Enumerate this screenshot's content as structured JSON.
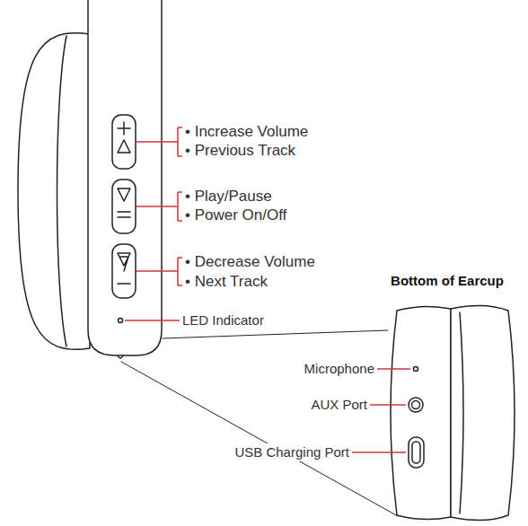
{
  "diagram": {
    "labels": [
      "• Increase Volume",
      "• Previous Track",
      "• Play/Pause",
      "• Power On/Off",
      "• Decrease Volume",
      "• Next Track",
      "LED Indicator",
      "Bottom of Earcup",
      "Microphone",
      "AUX Port",
      "USB Charging Port"
    ]
  }
}
